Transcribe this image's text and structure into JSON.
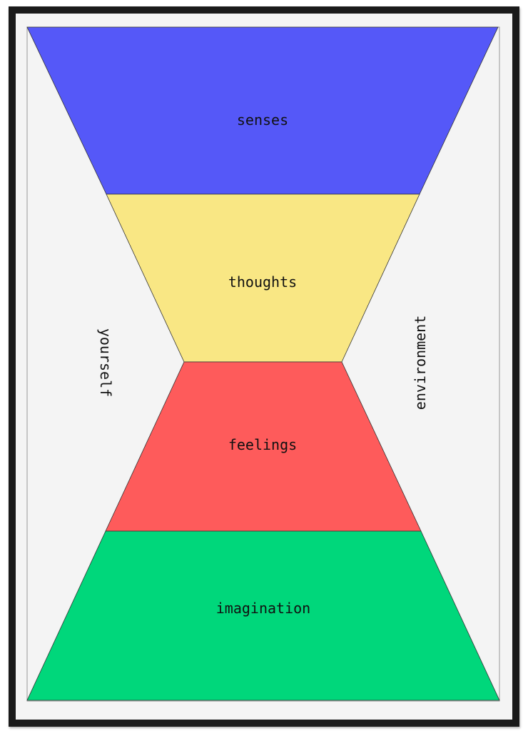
{
  "poster": {
    "layers": [
      {
        "label": "senses",
        "color": "#5558f8"
      },
      {
        "label": "thoughts",
        "color": "#f9e784"
      },
      {
        "label": "feelings",
        "color": "#fe5b5b"
      },
      {
        "label": "imagination",
        "color": "#00d77b"
      }
    ],
    "left_label": "yourself",
    "right_label": "environment"
  }
}
